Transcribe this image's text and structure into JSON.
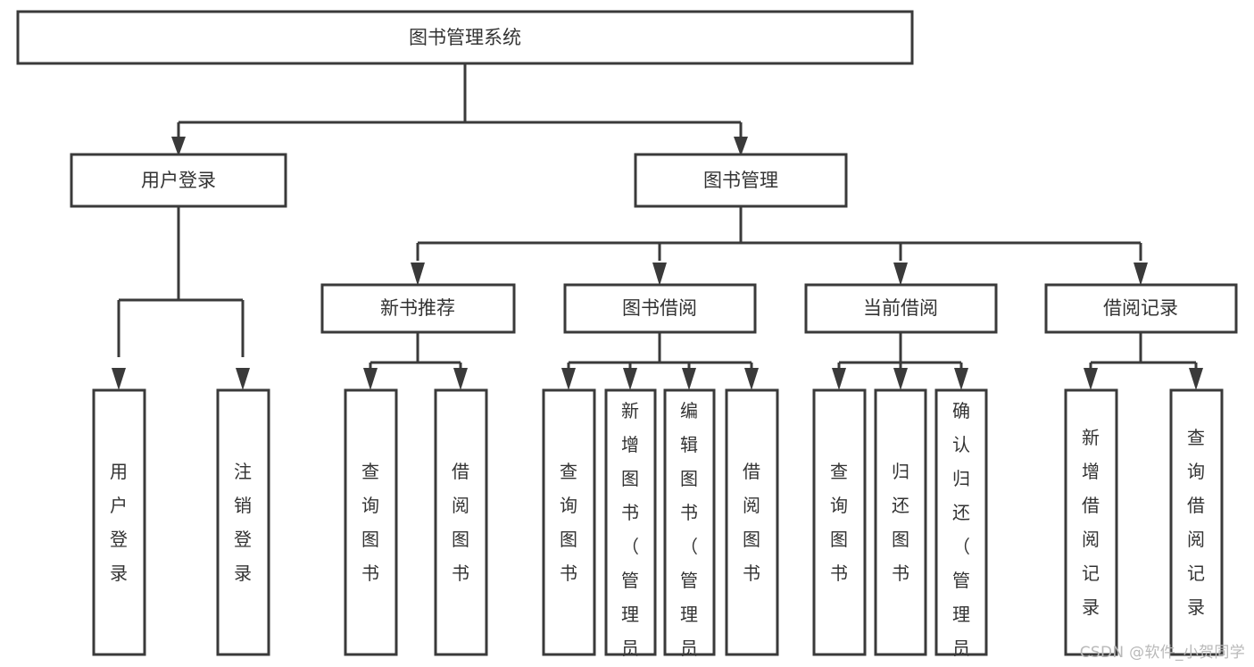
{
  "diagram": {
    "type": "tree",
    "title": "图书管理系统",
    "root": {
      "id": "root",
      "label": "图书管理系统"
    },
    "level1": [
      {
        "id": "login",
        "label": "用户登录"
      },
      {
        "id": "bookmgmt",
        "label": "图书管理"
      }
    ],
    "level2": [
      {
        "id": "newbook",
        "label": "新书推荐",
        "parent": "bookmgmt"
      },
      {
        "id": "borrow",
        "label": "图书借阅",
        "parent": "bookmgmt"
      },
      {
        "id": "current",
        "label": "当前借阅",
        "parent": "bookmgmt"
      },
      {
        "id": "record",
        "label": "借阅记录",
        "parent": "bookmgmt"
      }
    ],
    "leaves": {
      "login": [
        {
          "id": "leaf-user-login",
          "label": "用户登录"
        },
        {
          "id": "leaf-user-logout",
          "label": "注销登录"
        }
      ],
      "newbook": [
        {
          "id": "leaf-query-book-1",
          "label": "查询图书"
        },
        {
          "id": "leaf-borrow-book-1",
          "label": "借阅图书"
        }
      ],
      "borrow": [
        {
          "id": "leaf-query-book-2",
          "label": "查询图书"
        },
        {
          "id": "leaf-add-book",
          "label": "新增图书（管理员）"
        },
        {
          "id": "leaf-edit-book",
          "label": "编辑图书（管理员）"
        },
        {
          "id": "leaf-borrow-book-2",
          "label": "借阅图书"
        }
      ],
      "current": [
        {
          "id": "leaf-query-book-3",
          "label": "查询图书"
        },
        {
          "id": "leaf-return-book",
          "label": "归还图书"
        },
        {
          "id": "leaf-confirm-return",
          "label": "确认归还（管理员）"
        }
      ],
      "record": [
        {
          "id": "leaf-add-record",
          "label": "新增借阅记录"
        },
        {
          "id": "leaf-query-record",
          "label": "查询借阅记录"
        }
      ]
    }
  },
  "watermark": {
    "text": "CSDN @软件_小贺同学"
  },
  "colors": {
    "stroke": "#3a3a3a",
    "text": "#333333",
    "background": "#ffffff",
    "watermark": "#b9b9b9"
  }
}
